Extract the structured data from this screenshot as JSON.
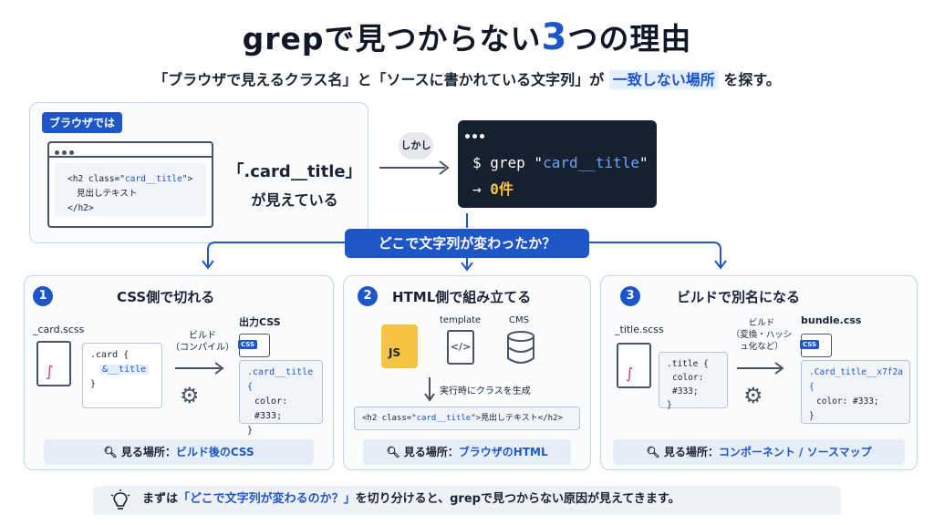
{
  "title": {
    "pre": "grepで見つからない",
    "num": "3",
    "post": "つの理由"
  },
  "subtitle": {
    "pre": "「ブラウザで見えるクラス名」と「ソースに書かれている文字列」が",
    "highlight": "一致しない場所",
    "post": "を探す。"
  },
  "top": {
    "browser_tag": "ブラウザでは",
    "browser_code": [
      "<h2 class=\"",
      "card__title",
      "\">",
      "見出しテキスト",
      "</h2>"
    ],
    "visible_label_line1": "「.card__title」",
    "visible_label_line2": "が見えている",
    "but": "しかし",
    "terminal_cmd_prefix": "$ grep \"",
    "terminal_cmd_arg": "card__title",
    "terminal_cmd_suffix": "\"",
    "terminal_result_arrow": "→ ",
    "terminal_result": "0件"
  },
  "question": "どこで文字列が変わったか？",
  "cards": [
    {
      "num": "1",
      "title": "CSS側で切れる",
      "file_name": "_card.scss",
      "src_code": [
        ".card {",
        "&__title",
        "}"
      ],
      "build_label_1": "ビルド",
      "build_label_2": "（コンパイル）",
      "out_name": "出力CSS",
      "css_tag": "CSS",
      "out_code": [
        ".card__title {",
        "color: #333;",
        "}"
      ],
      "look_pre": "見る場所：",
      "look_val": "ビルド後のCSS"
    },
    {
      "num": "2",
      "title": "HTML側で組み立てる",
      "icon_js": "JS",
      "template_label": "template",
      "cms_label": "CMS",
      "runtime_label": "実行時にクラスを生成",
      "code_pre": "<h2 class=\"",
      "code_cls": "card__title",
      "code_post": "\">見出しテキスト</h2>",
      "look_pre": "見る場所：",
      "look_val": "ブラウザのHTML"
    },
    {
      "num": "3",
      "title": "ビルドで別名になる",
      "file_name": "_title.scss",
      "src_code": [
        ".title {",
        "color: #333;",
        "}"
      ],
      "build_label_1": "ビルド",
      "build_label_2": "（変換・ハッシュ化など）",
      "out_name": "bundle.css",
      "css_tag": "CSS",
      "out_code": [
        ".Card_title__x7f2a {",
        "color: #333;",
        "}"
      ],
      "look_pre": "見る場所：",
      "look_val": "コンポーネント / ソースマップ"
    }
  ],
  "footer": {
    "pre": "まずは",
    "highlight": "「どこで文字列が変わるのか？」",
    "post": "を切り分けると、grepで見つからない原因が見えてきます。"
  },
  "colors": {
    "accent": "#1e56c7",
    "terminal_bg": "#17202e",
    "yellow": "#f5c542"
  }
}
